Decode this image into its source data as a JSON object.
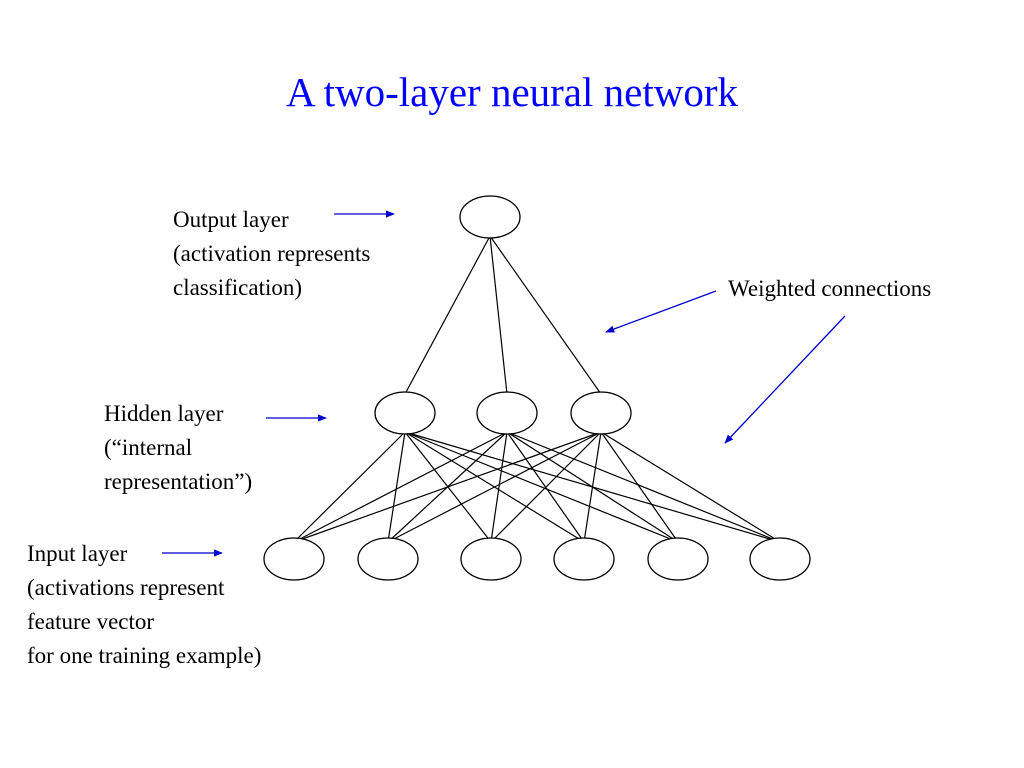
{
  "title": "A two-layer neural network",
  "colors": {
    "title": "#0000ff",
    "arrow": "#0000cc",
    "node_stroke": "#000000",
    "node_fill": "#ffffff",
    "edge": "#000000"
  },
  "labels": {
    "output": [
      "Output layer",
      "(activation represents",
      "classification)"
    ],
    "hidden": [
      "Hidden layer",
      "(“internal",
      "representation”)"
    ],
    "input": [
      "Input layer",
      "(activations represent",
      "feature vector",
      "for one training example)"
    ],
    "weighted": "Weighted connections"
  },
  "network": {
    "layers": [
      {
        "name": "output",
        "node_count": 1
      },
      {
        "name": "hidden",
        "node_count": 3
      },
      {
        "name": "input",
        "node_count": 6
      }
    ],
    "connections": "fully-connected between adjacent layers"
  }
}
